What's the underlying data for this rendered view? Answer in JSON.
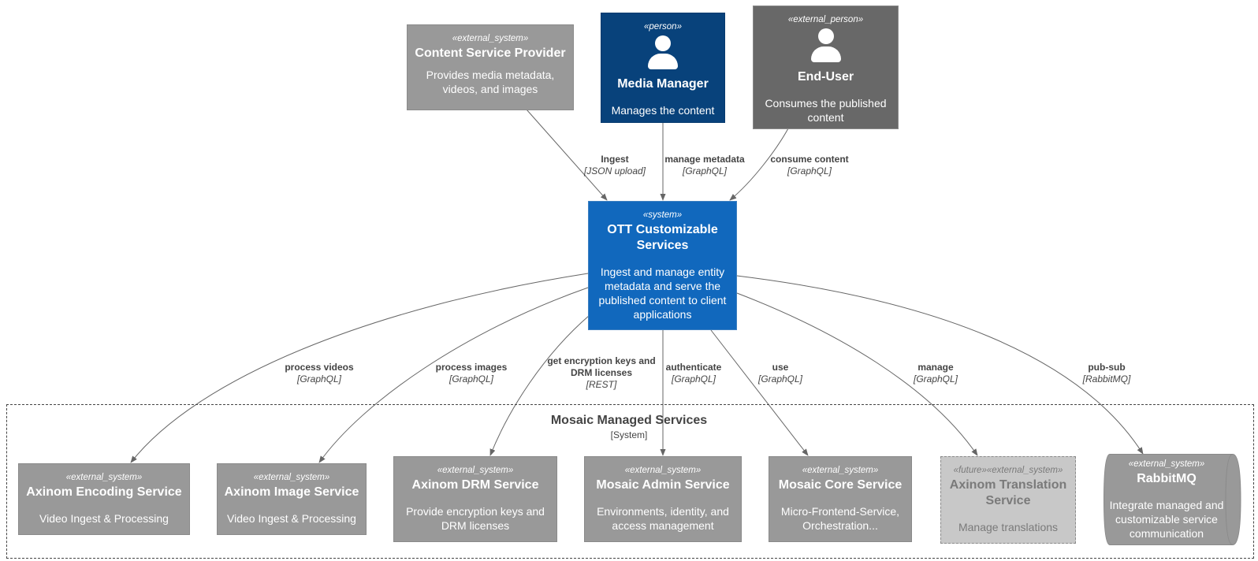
{
  "nodes": {
    "content_provider": {
      "stereotype": "«external_system»",
      "name": "Content Service Provider",
      "desc": "Provides media metadata, videos, and images"
    },
    "media_manager": {
      "stereotype": "«person»",
      "name": "Media Manager",
      "desc": "Manages the content"
    },
    "end_user": {
      "stereotype": "«external_person»",
      "name": "End-User",
      "desc": "Consumes the published content"
    },
    "ott": {
      "stereotype": "«system»",
      "name": "OTT Customizable Services",
      "desc": "Ingest and manage entity metadata and serve the published content to client applications"
    },
    "encoding": {
      "stereotype": "«external_system»",
      "name": "Axinom Encoding Service",
      "desc": "Video Ingest & Processing"
    },
    "image": {
      "stereotype": "«external_system»",
      "name": "Axinom Image Service",
      "desc": "Video Ingest & Processing"
    },
    "drm": {
      "stereotype": "«external_system»",
      "name": "Axinom DRM Service",
      "desc": "Provide encryption keys and DRM licenses"
    },
    "admin": {
      "stereotype": "«external_system»",
      "name": "Mosaic Admin Service",
      "desc": "Environments, identity, and access management"
    },
    "core": {
      "stereotype": "«external_system»",
      "name": "Mosaic Core Service",
      "desc": "Micro-Frontend-Service, Orchestration..."
    },
    "translation": {
      "stereotype": "«future»«external_system»",
      "name": "Axinom Translation Service",
      "desc": "Manage translations"
    },
    "rabbitmq": {
      "stereotype": "«external_system»",
      "name": "RabbitMQ",
      "desc": "Integrate managed and customizable service communication"
    }
  },
  "boundary": {
    "title": "Mosaic Managed Services",
    "subtitle": "[System]"
  },
  "edges": {
    "ingest": {
      "label": "Ingest",
      "tech": "[JSON upload]"
    },
    "manage_metadata": {
      "label": "manage metadata",
      "tech": "[GraphQL]"
    },
    "consume_content": {
      "label": "consume content",
      "tech": "[GraphQL]"
    },
    "process_videos": {
      "label": "process videos",
      "tech": "[GraphQL]"
    },
    "process_images": {
      "label": "process images",
      "tech": "[GraphQL]"
    },
    "get_keys": {
      "label": "get encryption keys and DRM licenses",
      "tech": "[REST]"
    },
    "authenticate": {
      "label": "authenticate",
      "tech": "[GraphQL]"
    },
    "use": {
      "label": "use",
      "tech": "[GraphQL]"
    },
    "manage": {
      "label": "manage",
      "tech": "[GraphQL]"
    },
    "pubsub": {
      "label": "pub-sub",
      "tech": "[RabbitMQ]"
    }
  },
  "colors": {
    "person": "#08427b",
    "system": "#1168bd",
    "external": "#999999",
    "external_person": "#686868",
    "future": "#c8c8c8"
  }
}
